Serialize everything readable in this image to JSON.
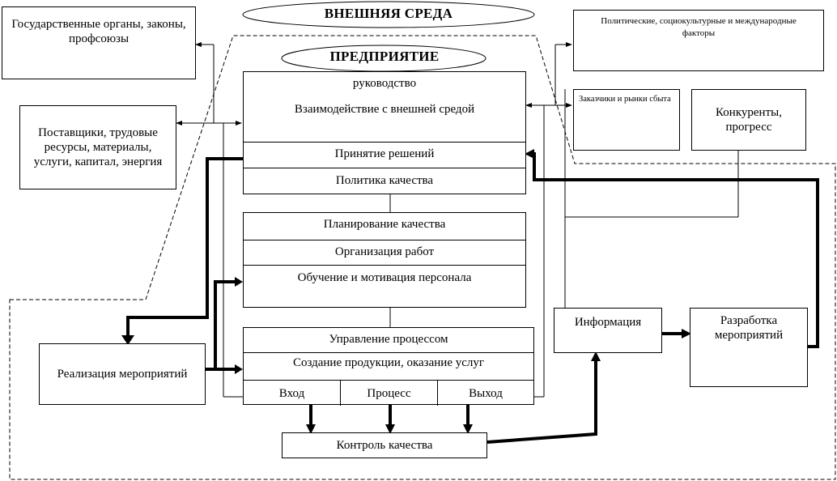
{
  "diagram": {
    "outer_title": "ВНЕШНЯЯ СРЕДА",
    "inner_title": "ПРЕДПРИЯТИЕ",
    "external": {
      "government": "Государственные органы, законы, профсоюзы",
      "suppliers": "Поставщики, трудовые ресурсы, материалы, услуги, капитал, энергия",
      "political": "Политические, социокультурные и международные факторы",
      "customers": "Заказчики и рынки сбыта",
      "competitors": "Конкуренты, прогресс"
    },
    "management_block": {
      "leadership": "руководство",
      "interaction": "Взаимодействие с внешней средой",
      "decisions": "Принятие решений",
      "quality_policy": "Политика качества"
    },
    "planning_block": {
      "planning": "Планирование качества",
      "organization": "Организация работ",
      "training": "Обучение и мотивация персонала"
    },
    "process_block": {
      "management": "Управление процессом",
      "production": "Создание продукции, оказание услуг",
      "input": "Вход",
      "process": "Процесс",
      "output": "Выход"
    },
    "quality_control": "Контроль качества",
    "information": "Информация",
    "measures_development": "Разработка мероприятий",
    "measures_implementation": "Реализация мероприятий"
  }
}
